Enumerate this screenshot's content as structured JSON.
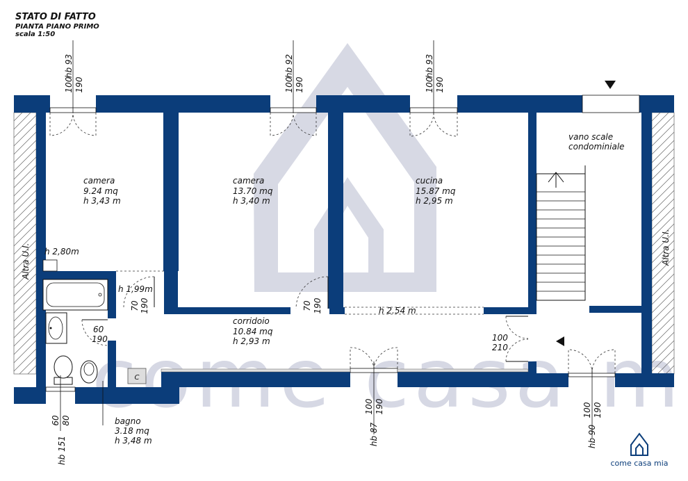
{
  "header": {
    "title": "STATO DI FATTO",
    "subtitle": "PIANTA PIANO PRIMO",
    "scale": "scala 1:50"
  },
  "watermark": "come casa mia",
  "logo_text": "come casa mia",
  "rooms": {
    "camera1": {
      "name": "camera",
      "area": "9.24 mq",
      "height": "h 3,43 m"
    },
    "camera2": {
      "name": "camera",
      "area": "13.70 mq",
      "height": "h 3,40 m"
    },
    "cucina": {
      "name": "cucina",
      "area": "15.87 mq",
      "height": "h 2,95 m"
    },
    "corridoio": {
      "name": "corridoio",
      "area": "10.84 mq",
      "height": "h 2,93 m"
    },
    "bagno": {
      "name": "bagno",
      "area": "3.18 mq",
      "height": "h 3,48 m"
    },
    "scale": {
      "line1": "vano scale",
      "line2": "condominiale"
    },
    "altra_left": "Altra U.I.",
    "altra_right": "Altra U.I."
  },
  "windows_top": [
    {
      "hb": "hb 93",
      "w": "100",
      "h": "190"
    },
    {
      "hb": "hb 92",
      "w": "100",
      "h": "190"
    },
    {
      "hb": "hb 93",
      "w": "100",
      "h": "190"
    }
  ],
  "windows_bottom": [
    {
      "hb": "hb 151",
      "w": "60",
      "h": "80"
    },
    {
      "hb": "hb 87",
      "w": "100",
      "h": "190"
    },
    {
      "hb": "hb 90",
      "w": "100",
      "h": "190"
    }
  ],
  "doors": {
    "d1": {
      "w": "70",
      "h": "190"
    },
    "d2": {
      "w": "70",
      "h": "190"
    },
    "bagno": {
      "w": "60",
      "h": "190"
    },
    "ingresso": {
      "w": "100",
      "h": "210"
    }
  },
  "heights": {
    "h280": "h 2,80m",
    "h199": "h 1,99m",
    "h254": "h 2.54 m"
  },
  "closet_label": "C",
  "colors": {
    "wall": "#0b3d7a",
    "watermark": "#c9ccdb"
  }
}
